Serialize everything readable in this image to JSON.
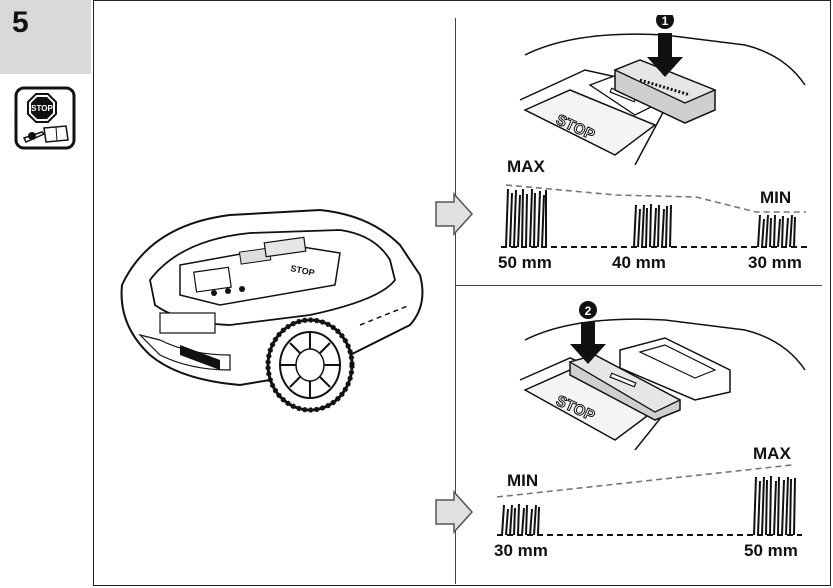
{
  "step": {
    "number": "5"
  },
  "icons": {
    "manual": "stop-and-manual-icon",
    "arrow": "right-arrow-icon",
    "callout1": "callout-1-icon",
    "callout2": "callout-2-icon"
  },
  "callouts": {
    "one": "1",
    "two": "2"
  },
  "mower": {
    "stop_label": "STOP"
  },
  "top_panel": {
    "stop_label": "STOP",
    "max_label": "MAX",
    "min_label": "MIN",
    "heights": [
      "50 mm",
      "40 mm",
      "30 mm"
    ]
  },
  "bottom_panel": {
    "stop_label": "STOP",
    "min_label": "MIN",
    "max_label": "MAX",
    "heights": [
      "30 mm",
      "50 mm"
    ]
  },
  "colors": {
    "tab_gray": "#d9d9d9",
    "arrow_fill": "#e0e0e0",
    "knob_gray": "#cfcfcf"
  }
}
